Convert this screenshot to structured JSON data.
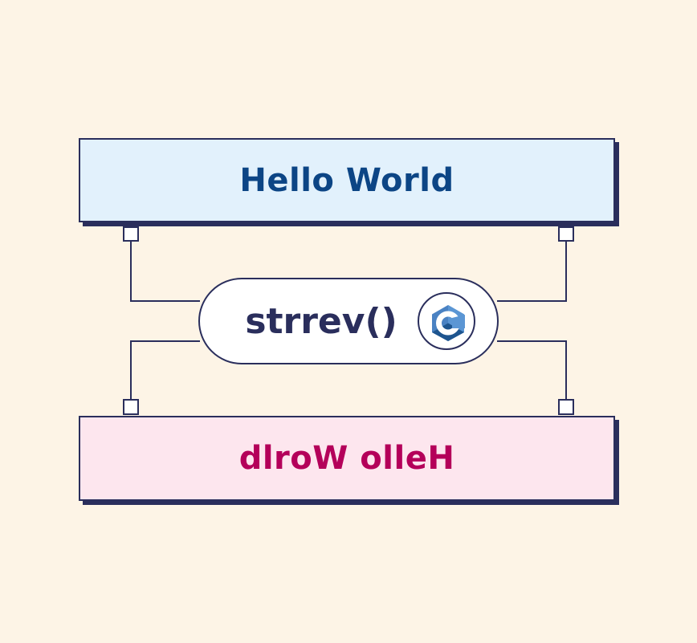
{
  "input": {
    "text": "Hello World"
  },
  "function": {
    "name": "strrev()",
    "language_icon": "cpp-logo-icon"
  },
  "output": {
    "text": "dlroW olleH"
  },
  "colors": {
    "background": "#fdf4e6",
    "outline": "#2a2e5c",
    "input_fill": "#e2f1fc",
    "input_text": "#0c4585",
    "output_fill": "#fde6ee",
    "output_text": "#b4005a",
    "logo_primary": "#4a82c3",
    "logo_dark": "#1e558f"
  }
}
